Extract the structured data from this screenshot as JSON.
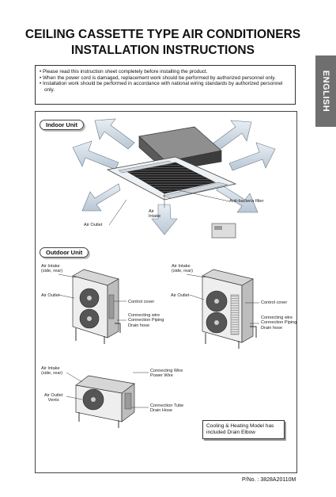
{
  "header": {
    "title_line1": "CEILING CASSETTE TYPE AIR CONDITIONERS",
    "title_line2": "INSTALLATION INSTRUCTIONS",
    "language_tab": "ENGLISH"
  },
  "notice": {
    "items": [
      "• Please read this instruction sheet completely before installing the product.",
      "• When the power cord is damaged, replacement work should be performed by authorized personnel only.",
      "• Installation work should be performed in accordance with national wiring standards by authorized personnel only."
    ]
  },
  "indoor": {
    "section_label": "Indoor Unit",
    "anti_bacteria": "Anti-bacteria filter",
    "air_intake": "Air\nIntake",
    "air_outlet": "Air Outlet"
  },
  "outdoor": {
    "section_label": "Outdoor Unit",
    "left_unit": {
      "air_intake": "Air Intake\n(side, rear)",
      "air_outlet": "Air Outlet",
      "control_cover": "Control cover",
      "connections": "Connecting wire\nConnection Piping\nDrain hose"
    },
    "right_unit": {
      "air_intake": "Air Intake\n(side, rear)",
      "air_outlet": "Air Outlet",
      "control_cover": "Control cover",
      "connections": "Connecting wire\nConnection Piping\nDrain hose"
    },
    "bottom_unit": {
      "air_intake": "Air Intake\n(side, rear)",
      "air_outlet": "Air Outlet\nVents",
      "wires": "Connecting Wire\nPower Wire",
      "tubes": "Connection Tube\nDrain Hose"
    },
    "note": "Cooling & Heating Model has included Drain Elbow"
  },
  "footer": {
    "part_number": "P/No. : 3828A20110M"
  }
}
